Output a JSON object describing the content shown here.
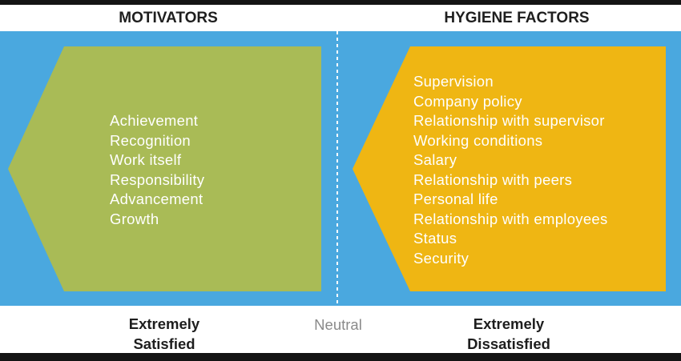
{
  "headers": {
    "motivators": "MOTIVATORS",
    "hygiene": "HYGIENE FACTORS"
  },
  "motivators": [
    "Achievement",
    "Recognition",
    "Work itself",
    "Responsibility",
    "Advancement",
    "Growth"
  ],
  "hygiene_factors": [
    "Supervision",
    "Company policy",
    "Relationship with supervisor",
    "Working conditions",
    "Salary",
    "Relationship with peers",
    "Personal life",
    "Relationship with employees",
    "Status",
    "Security"
  ],
  "scale": {
    "left_line1": "Extremely",
    "left_line2": "Satisfied",
    "center": "Neutral",
    "right_line1": "Extremely",
    "right_line2": "Dissatisfied"
  },
  "colors": {
    "background_band": "#4aa8df",
    "motivators_shape": "#a9bb56",
    "hygiene_shape": "#efb613",
    "divider": "#ffffff"
  }
}
